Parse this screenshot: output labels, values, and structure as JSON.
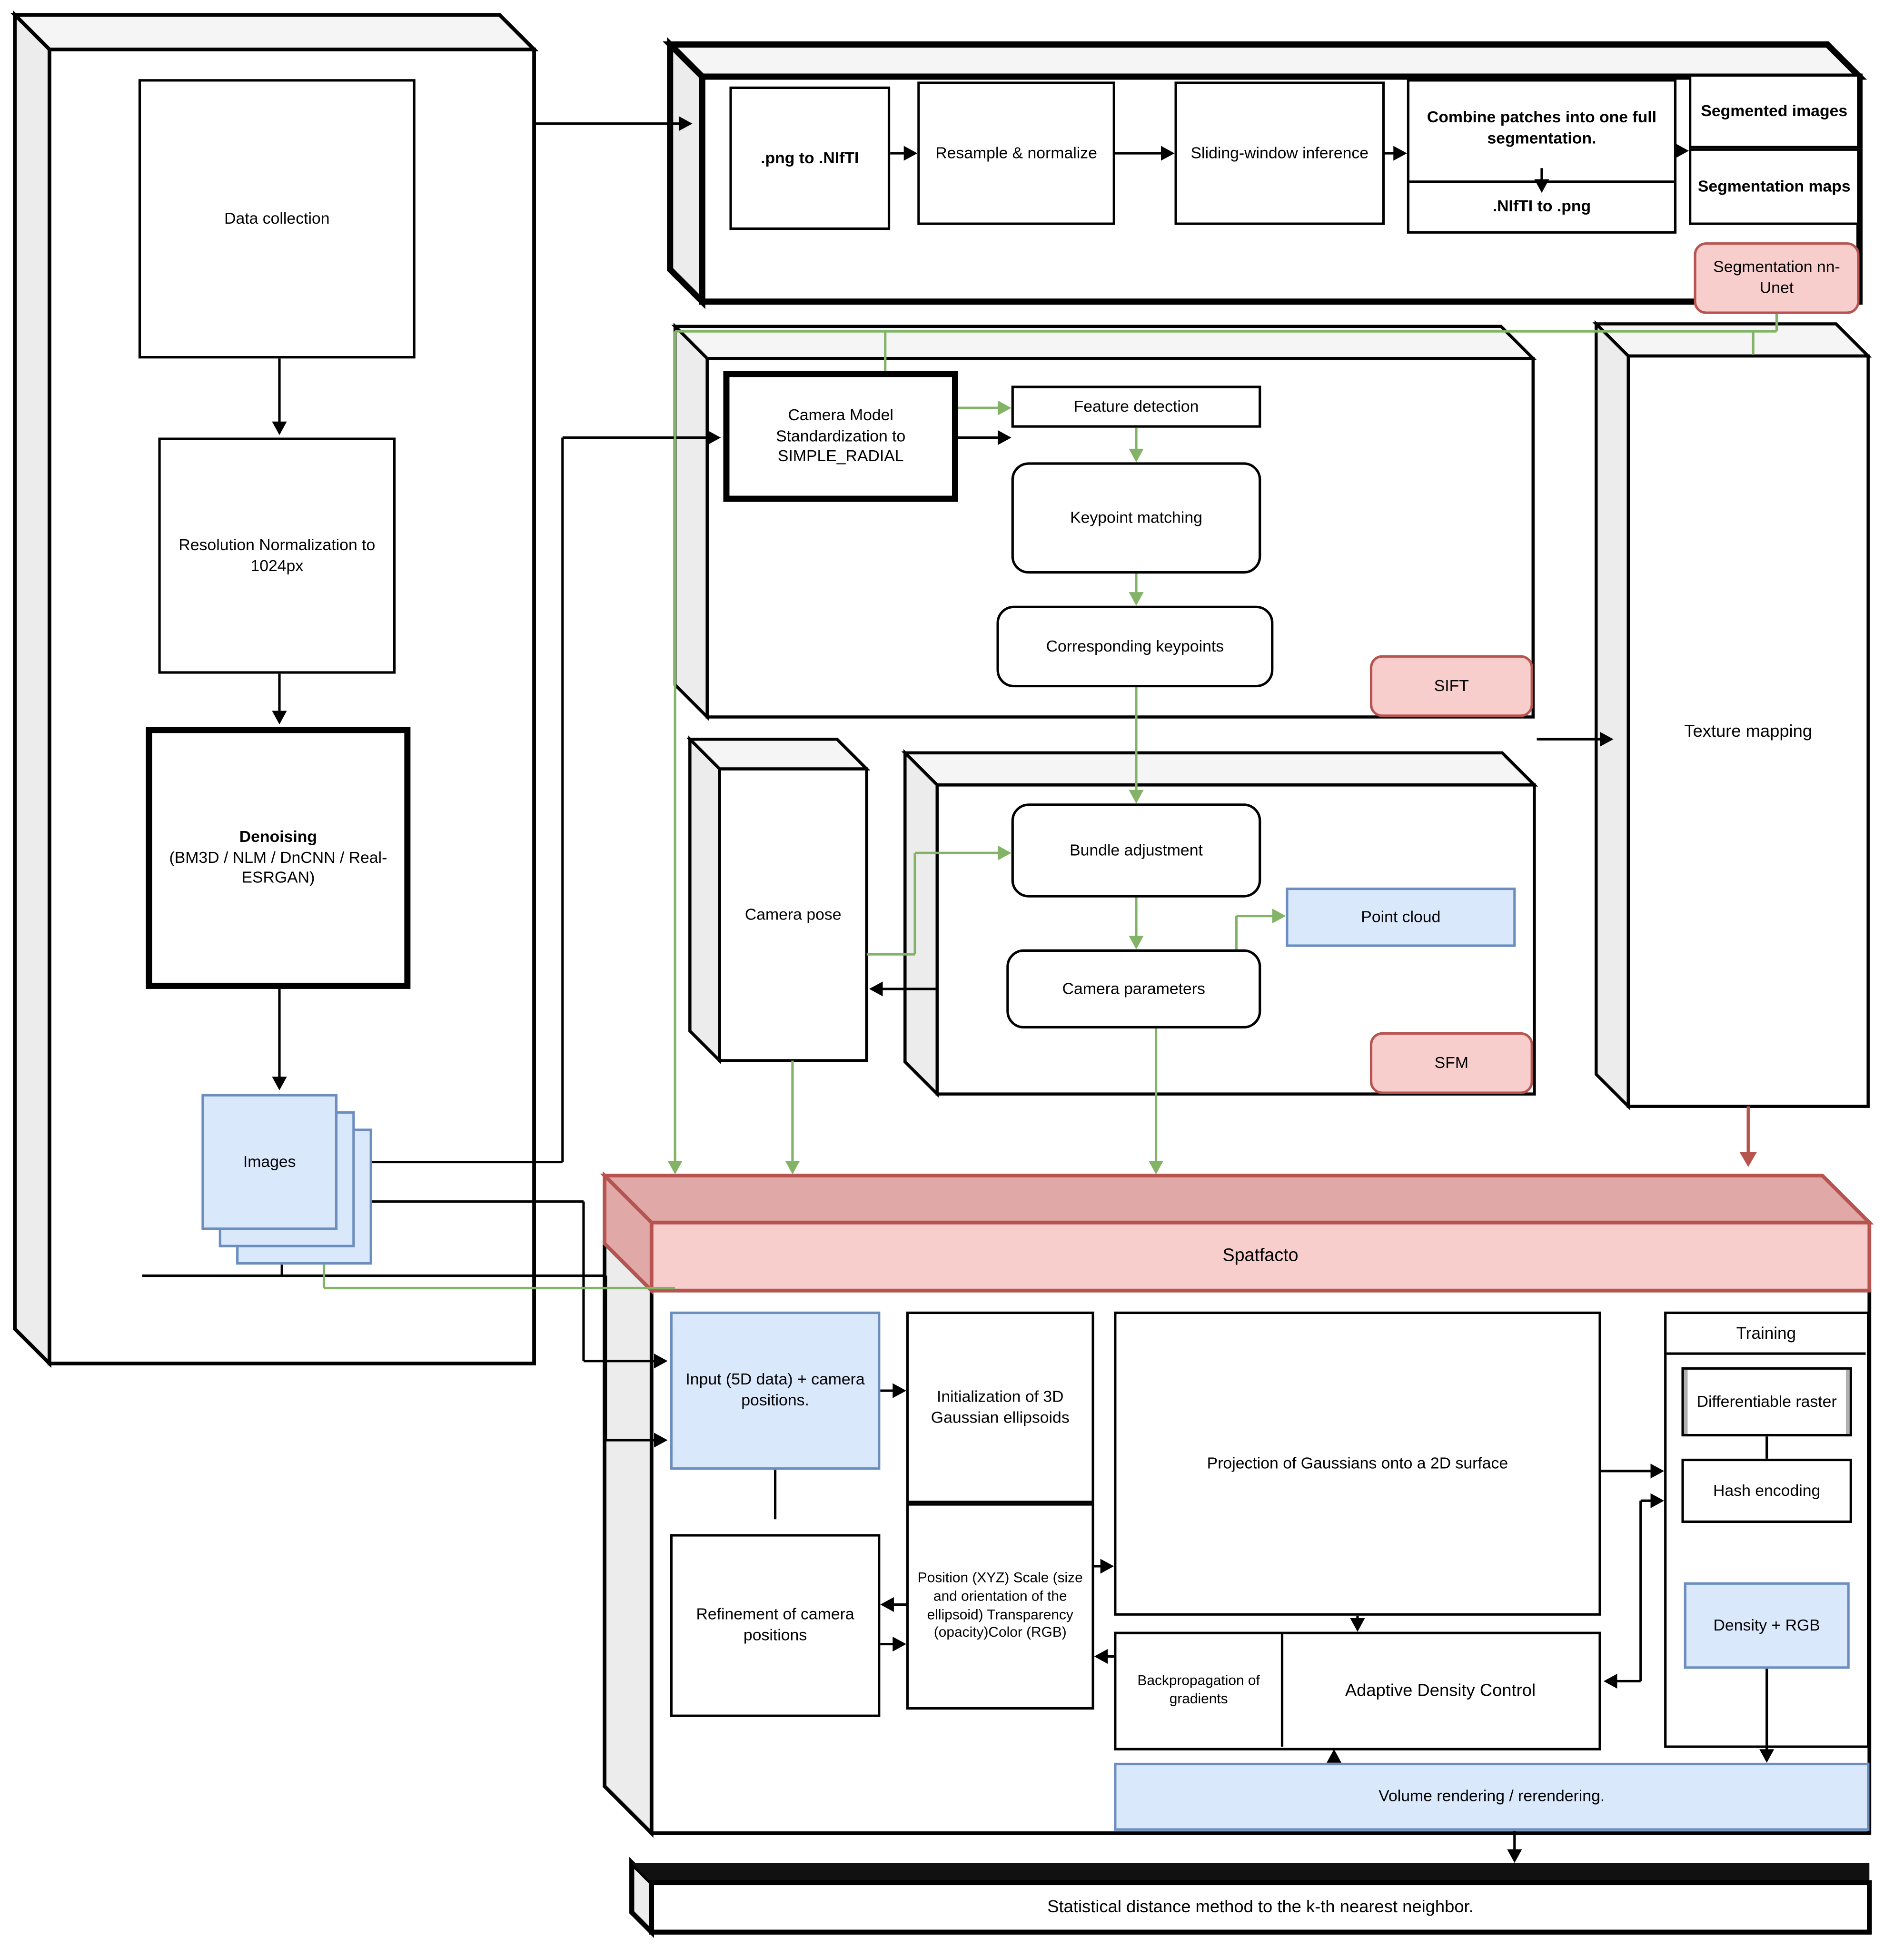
{
  "diagram": {
    "left_pipeline": {
      "data_collection": "Data collection",
      "resolution_normalization": "Resolution Normalization to 1024px",
      "denoising_title": "Denoising",
      "denoising_methods": "(BM3D / NLM / DnCNN / Real-ESRGAN)",
      "images_label": "Images"
    },
    "segmentation_pipeline": {
      "png_to_nifti": ".png to .NIfTI",
      "resample_normalize": "Resample & normalize",
      "sliding_window": "Sliding-window inference",
      "combine_patches": "Combine patches into one full segmentation.",
      "nifti_to_png": ".NIfTI to .png",
      "segmented_images": "Segmented images",
      "segmentation_maps": "Segmentation maps",
      "badge": "Segmentation nn-Unet"
    },
    "sift_block": {
      "camera_model": "Camera Model Standardization to SIMPLE_RADIAL",
      "feature_detection": "Feature detection",
      "keypoint_matching": "Keypoint matching",
      "corresponding_keypoints": "Corresponding keypoints",
      "badge": "SIFT"
    },
    "sfm_block": {
      "camera_pose": "Camera pose",
      "bundle_adjustment": "Bundle adjustment",
      "camera_parameters": "Camera parameters",
      "point_cloud": "Point cloud",
      "badge": "SFM"
    },
    "texture_mapping": "Texture mapping",
    "spatfacto_block": {
      "title": "Spatfacto",
      "input_5d": "Input (5D data) + camera positions.",
      "initialization": "Initialization of 3D Gaussian ellipsoids",
      "gaussian_parameters": "Position (XYZ) Scale (size and orientation of the ellipsoid) Transparency (opacity)Color (RGB)",
      "projection": "Projection of Gaussians onto a 2D surface",
      "refinement": "Refinement of camera positions",
      "backpropagation": "Backpropagation of gradients",
      "adaptive_density_control": "Adaptive Density Control",
      "training_title": "Training",
      "differentiable_raster": "Differentiable raster",
      "hash_encoding": "Hash encoding",
      "density_rgb": "Density + RGB",
      "volume_rendering": "Volume rendering / rerendering.",
      "statistical_distance": "Statistical distance method to the k-th nearest neighbor."
    },
    "colors": {
      "blue_fill": "#dae8fc",
      "blue_border": "#6c8ebf",
      "red_fill": "#f8cecc",
      "red_border": "#b85450",
      "red_top": "#e0a8a6",
      "green_line": "#82b366",
      "gray_top": "#f5f5f5",
      "gray_side": "#ececec"
    }
  }
}
